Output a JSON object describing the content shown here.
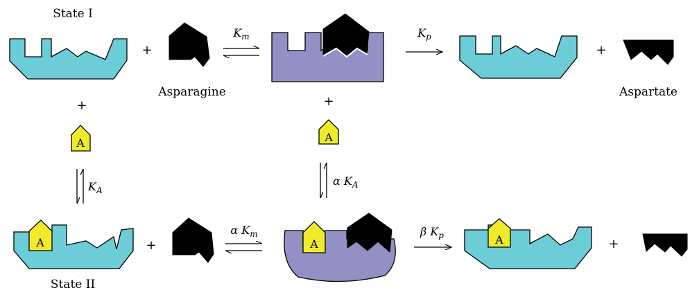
{
  "labels": {
    "state_1": "State I",
    "state_2": "State II",
    "asparagine": "Asparagine",
    "aspartate": "Aspartate"
  },
  "activator_letter": "A",
  "plus_sign": "+",
  "rate_constants": {
    "k_m": {
      "prefix": "",
      "symbol": "K",
      "subscript": "m"
    },
    "k_p": {
      "prefix": "",
      "symbol": "K",
      "subscript": "p"
    },
    "k_a": {
      "prefix": "",
      "symbol": "K",
      "subscript": "A"
    },
    "alpha_k_a": {
      "prefix": "α ",
      "symbol": "K",
      "subscript": "A"
    },
    "alpha_k_m": {
      "prefix": "α ",
      "symbol": "K",
      "subscript": "m"
    },
    "beta_k_p": {
      "prefix": "β ",
      "symbol": "K",
      "subscript": "p"
    }
  },
  "colors": {
    "enzyme": "#6ccdd8",
    "complex": "#9290c4",
    "activator": "#f0ea2a",
    "substrate_product": "#000000"
  }
}
